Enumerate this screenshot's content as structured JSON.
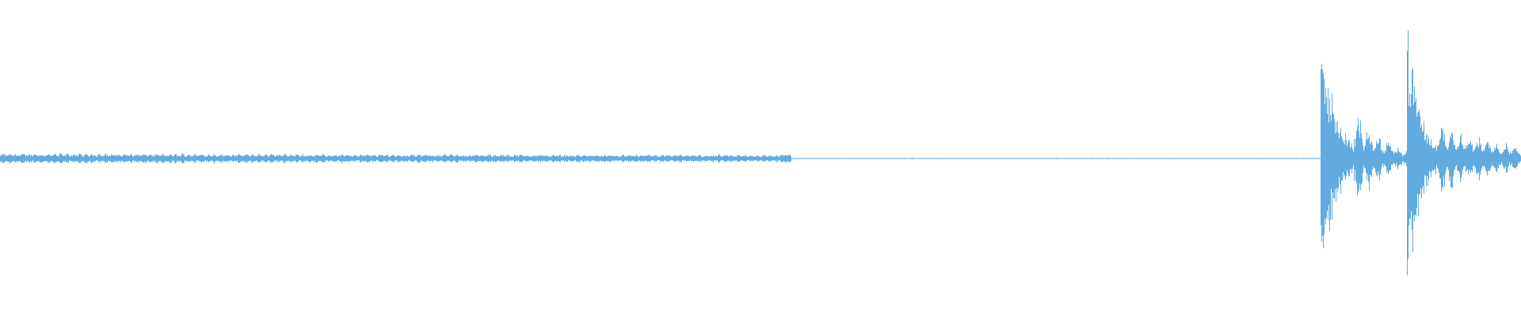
{
  "waveform": {
    "color": "#62ABE0",
    "background": "#FFFFFF",
    "segments": [
      {
        "id": "steady-tone",
        "start": 0.0,
        "end": 0.515,
        "base_amp": 0.04,
        "decay": 0.35,
        "pulse_period": 0.0042,
        "pulse_depth": 0.35
      },
      {
        "id": "tone-end-click",
        "start": 0.513,
        "end": 0.52,
        "base_amp": 0.03,
        "decay": 0.0,
        "pulse_period": 0.0,
        "pulse_depth": 0.0
      },
      {
        "id": "quiet-noise",
        "start": 0.52,
        "end": 0.868,
        "base_amp": 0.004,
        "decay": 0.0,
        "pulse_period": 0.0,
        "pulse_depth": 0.0
      },
      {
        "id": "burst-1",
        "start": 0.868,
        "end": 0.89,
        "base_amp": 0.95,
        "decay": 2.2,
        "pulse_period": 0.0,
        "pulse_depth": 0.0
      },
      {
        "id": "ring-1",
        "start": 0.89,
        "end": 0.925,
        "base_amp": 0.38,
        "decay": 1.6,
        "pulse_period": 0.0065,
        "pulse_depth": 0.6
      },
      {
        "id": "burst-2",
        "start": 0.925,
        "end": 0.945,
        "base_amp": 1.0,
        "decay": 2.4,
        "pulse_period": 0.0,
        "pulse_depth": 0.0
      },
      {
        "id": "ring-2",
        "start": 0.945,
        "end": 1.0,
        "base_amp": 0.3,
        "decay": 1.2,
        "pulse_period": 0.006,
        "pulse_depth": 0.55
      }
    ]
  }
}
